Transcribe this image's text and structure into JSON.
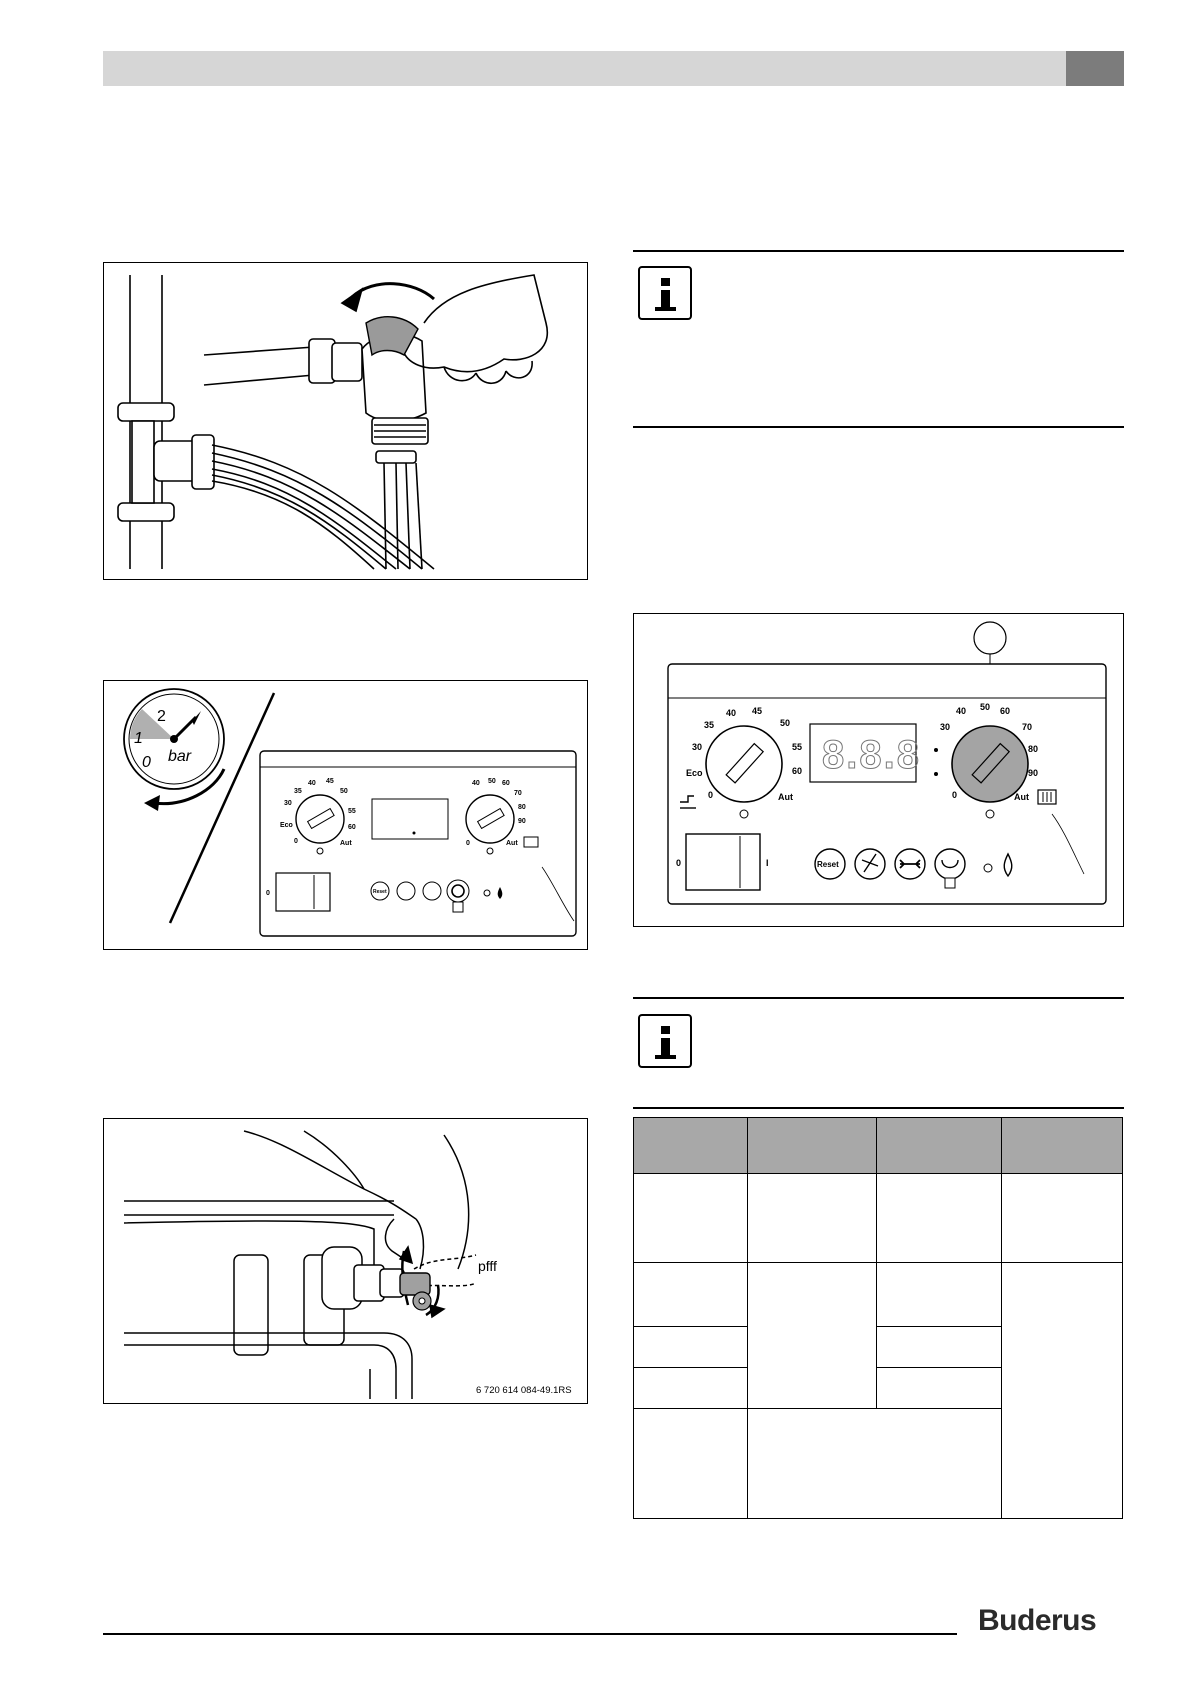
{
  "header": {
    "bar_color": "#d6d6d6",
    "tab_color": "#7c7c7c"
  },
  "figure_hose": {
    "icon": "hose-tap-icon"
  },
  "figure_pressure": {
    "gauge_labels": [
      "2",
      "1",
      "0"
    ],
    "gauge_unit": "bar",
    "dhw_dial_labels": [
      "40",
      "45",
      "35",
      "50",
      "30",
      "55",
      "Eco",
      "60",
      "0",
      "Aut"
    ],
    "ch_dial_labels": [
      "40",
      "50",
      "60",
      "70",
      "80",
      "90",
      "0",
      "Aut"
    ],
    "switch_label": "0",
    "reset_label": "Reset"
  },
  "figure_vent": {
    "sound_label": "pfff",
    "code": "6 720 614 084-49.1RS"
  },
  "figure_panel": {
    "dhw_dial_labels": [
      "40",
      "45",
      "35",
      "50",
      "30",
      "55",
      "Eco",
      "60",
      "0",
      "Aut"
    ],
    "ch_dial_labels": [
      "40",
      "50",
      "60",
      "30",
      "70",
      "80",
      "90",
      "0",
      "Aut"
    ],
    "display_text": "8.8.8",
    "switch_off_label": "0",
    "switch_on_label": "I",
    "reset_label": "Reset"
  },
  "table": {
    "header_color": "#a8a8a8"
  },
  "footer": {
    "brand": "Buderus"
  }
}
